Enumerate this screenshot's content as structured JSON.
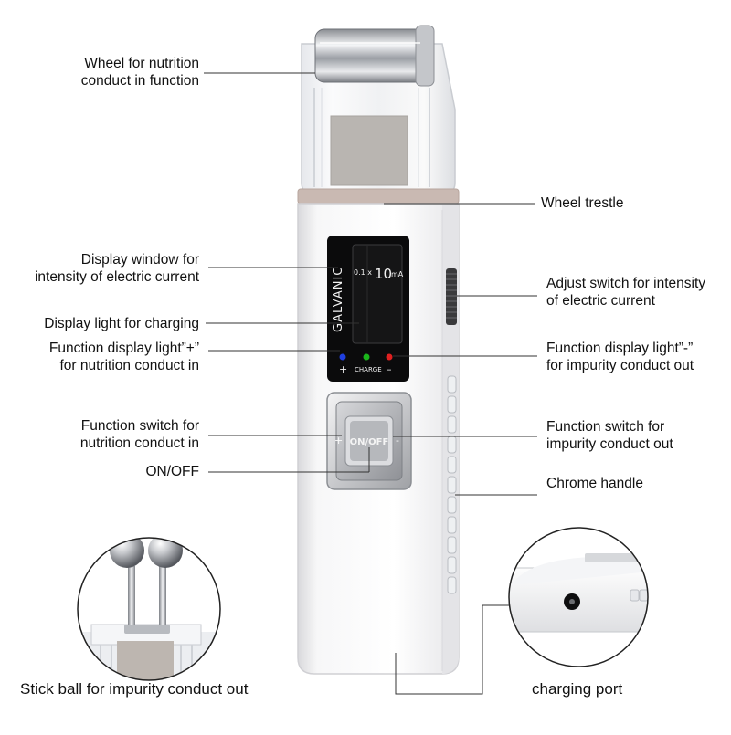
{
  "labels": {
    "wheel": "Wheel for nutrition\nconduct in function",
    "display_window": "Display window for\nintensity of electric current",
    "display_light": "Display light for charging",
    "plus_light": "Function display light”+”\nfor nutrition conduct in",
    "func_switch_in": "Function switch for\nnutrition conduct in",
    "onoff": "ON/OFF",
    "trestle": "Wheel trestle",
    "adjust": "Adjust switch for intensity\nof electric current",
    "minus_light": "Function display light”-”\nfor impurity conduct out",
    "func_switch_out": "Function switch for\nimpurity conduct out",
    "chrome": "Chrome handle"
  },
  "captions": {
    "stick_ball": "Stick ball for impurity conduct out",
    "charging_port": "charging port"
  },
  "device": {
    "brand": "GALVANIC",
    "scale": "0.1 x",
    "value": "10",
    "unit": "mA",
    "charge": "CHARGE",
    "plus": "+",
    "minus": "–",
    "button": "ON/OFF",
    "side_plus": "+",
    "side_minus": "-"
  },
  "colors": {
    "led_blue": "#1f3fe0",
    "led_green": "#1bb51b",
    "led_red": "#e02020"
  }
}
